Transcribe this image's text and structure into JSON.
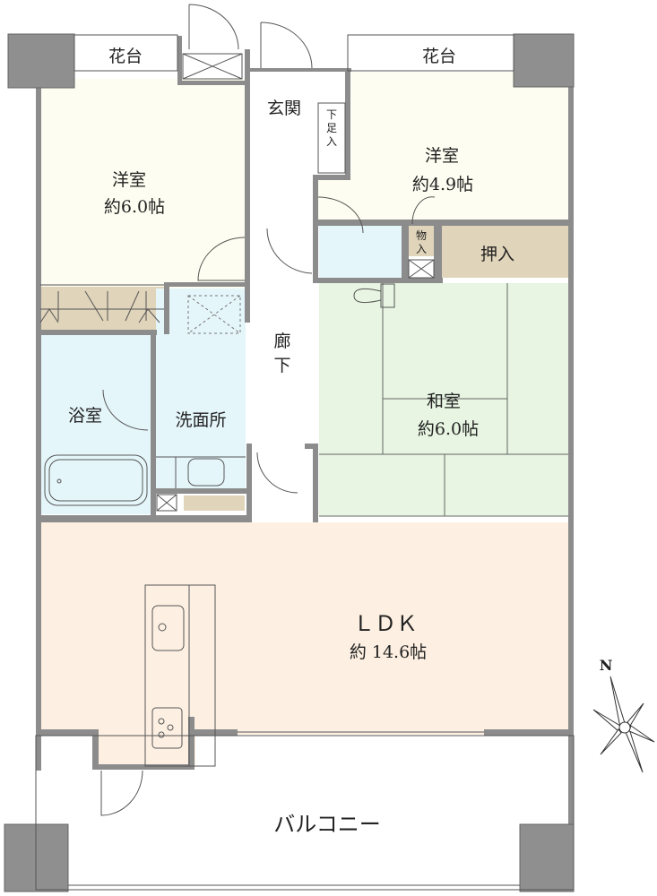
{
  "floor_plan": {
    "colors": {
      "wall": "#8c8c8c",
      "western_room": "#fdfdf1",
      "japanese_room": "#e7f5e2",
      "wet_area": "#e5f6fb",
      "storage": "#e0d4ba",
      "ldk": "#fdf0e2"
    },
    "rooms": {
      "flower_bed_left": "花台",
      "flower_bed_right": "花台",
      "western_room_left": {
        "name": "洋室",
        "size": "約6.0帖"
      },
      "western_room_right": {
        "name": "洋室",
        "size": "約4.9帖"
      },
      "entrance": "玄関",
      "shoe_storage": [
        "下",
        "足",
        "入"
      ],
      "hallway": [
        "廊",
        "下"
      ],
      "storage_small": [
        "物",
        "入"
      ],
      "closet": "押入",
      "japanese_room": {
        "name": "和室",
        "size": "約6.0帖"
      },
      "bathroom": "浴室",
      "washroom": "洗面所",
      "ldk": {
        "name": "ＬＤＫ",
        "size": "約 14.6帖"
      },
      "balcony": "バルコニー"
    },
    "compass": {
      "label": "N",
      "icon": "compass-rose-icon"
    }
  }
}
